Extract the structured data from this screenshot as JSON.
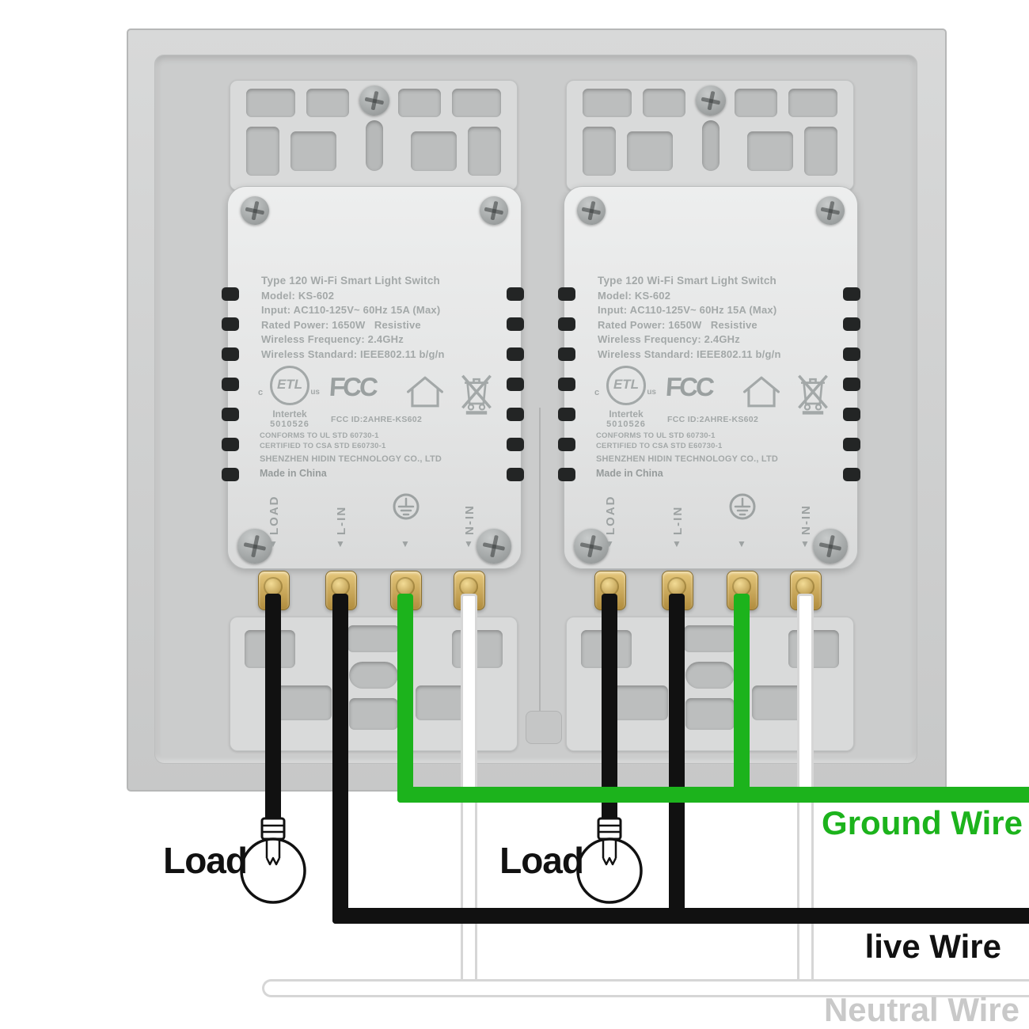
{
  "module": {
    "title": "Type 120 Wi-Fi Smart Light Switch",
    "model": "Model: KS-602",
    "input": "Input: AC110-125V~ 60Hz 15A (Max)",
    "rated_power": "Rated Power: 1650W   Resistive",
    "wireless_frequency": "Wireless Frequency: 2.4GHz",
    "wireless_standard": "Wireless Standard: IEEE802.11 b/g/n",
    "etl_logo": "ETL",
    "etl_c": "c",
    "etl_us": "us",
    "intertek": "Intertek",
    "etl_number": "5010526",
    "fcc_logo": "FCC",
    "fcc_id": "FCC ID:2AHRE-KS602",
    "conforms": "CONFORMS TO UL STD 60730-1",
    "certified": "CERTIFIED TO CSA STD E60730-1",
    "company": "SHENZHEN HIDIN TECHNOLOGY CO., LTD",
    "made_in": "Made in China",
    "terminals": {
      "load": "LOAD",
      "line": "L-IN",
      "neutral": "N-IN"
    }
  },
  "wire_labels": {
    "load_1": "Load",
    "load_2": "Load",
    "ground": "Ground Wire",
    "live": "live Wire",
    "neutral": "Neutral Wire"
  },
  "icons": {
    "terminal_arrow": "▼"
  },
  "colors": {
    "ground_wire": "#1cb31c",
    "live_wire": "#111111",
    "neutral_wire": "#ffffff",
    "neutral_label": "#c9c9c9",
    "plate": "#cbcccc",
    "terminal_brass": "#c9a24a"
  }
}
